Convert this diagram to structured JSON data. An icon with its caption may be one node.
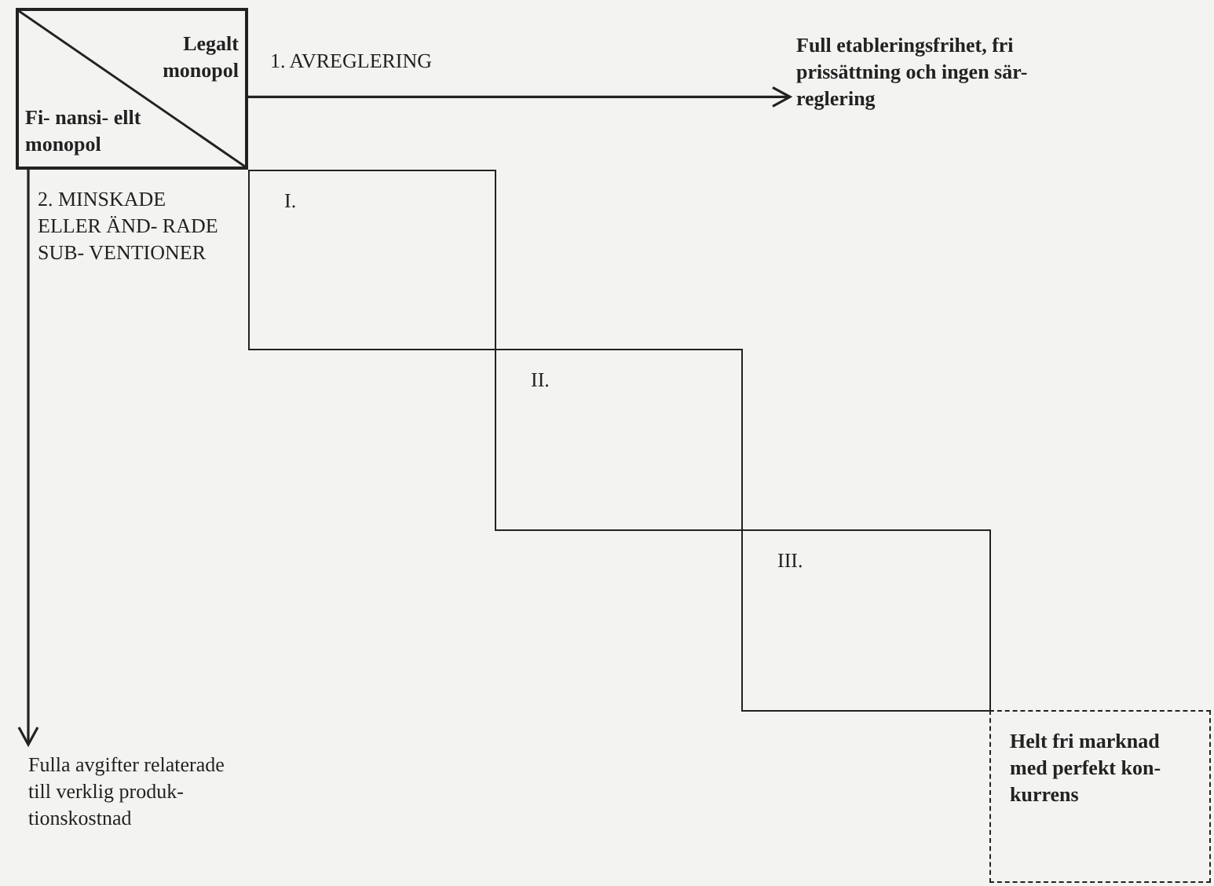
{
  "diagram": {
    "nodes": [
      {
        "text": [
          "Legalt monopol",
          "Fi- nansi- ellt monopol"
        ]
      },
      {
        "text": [
          "Full etableringsfrihet, fri prissättning och ingen sär- reglering"
        ]
      },
      {
        "text": [
          "Fulla avgifter relaterade till verklig produk- tionskostnad"
        ]
      },
      {
        "text": [
          "I."
        ]
      },
      {
        "text": [
          "II."
        ]
      },
      {
        "text": [
          "III."
        ]
      },
      {
        "text": [
          "Helt fri marknad med perfekt kon- kurrens"
        ]
      }
    ],
    "edges": [
      {
        "from": 0,
        "to": 1,
        "arrow": "to",
        "label": "1. AVREGLERING"
      },
      {
        "from": 0,
        "to": 2,
        "arrow": "to",
        "label": "2. MINSKADE ELLER ÄND- RADE SUB- VENTIONER"
      }
    ]
  }
}
